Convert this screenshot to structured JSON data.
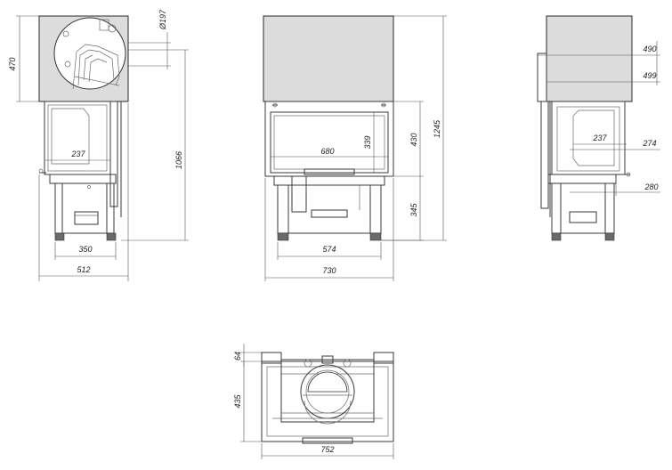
{
  "dimensions": {
    "side_hood_height": "470",
    "flue_diameter": "Ø197",
    "flue_height": "1066",
    "side_depth_left": "237",
    "side_base": "350",
    "side_total_depth": "512",
    "total_height": "1245",
    "firebox_height": "430",
    "base_height": "345",
    "glass_height": "339",
    "glass_width": "680",
    "front_base": "574",
    "front_total_width": "730",
    "right_490": "490",
    "right_499": "499",
    "side_depth_right": "237",
    "right_274": "274",
    "right_280": "280",
    "top_64": "64",
    "top_depth": "435",
    "top_width": "752"
  }
}
